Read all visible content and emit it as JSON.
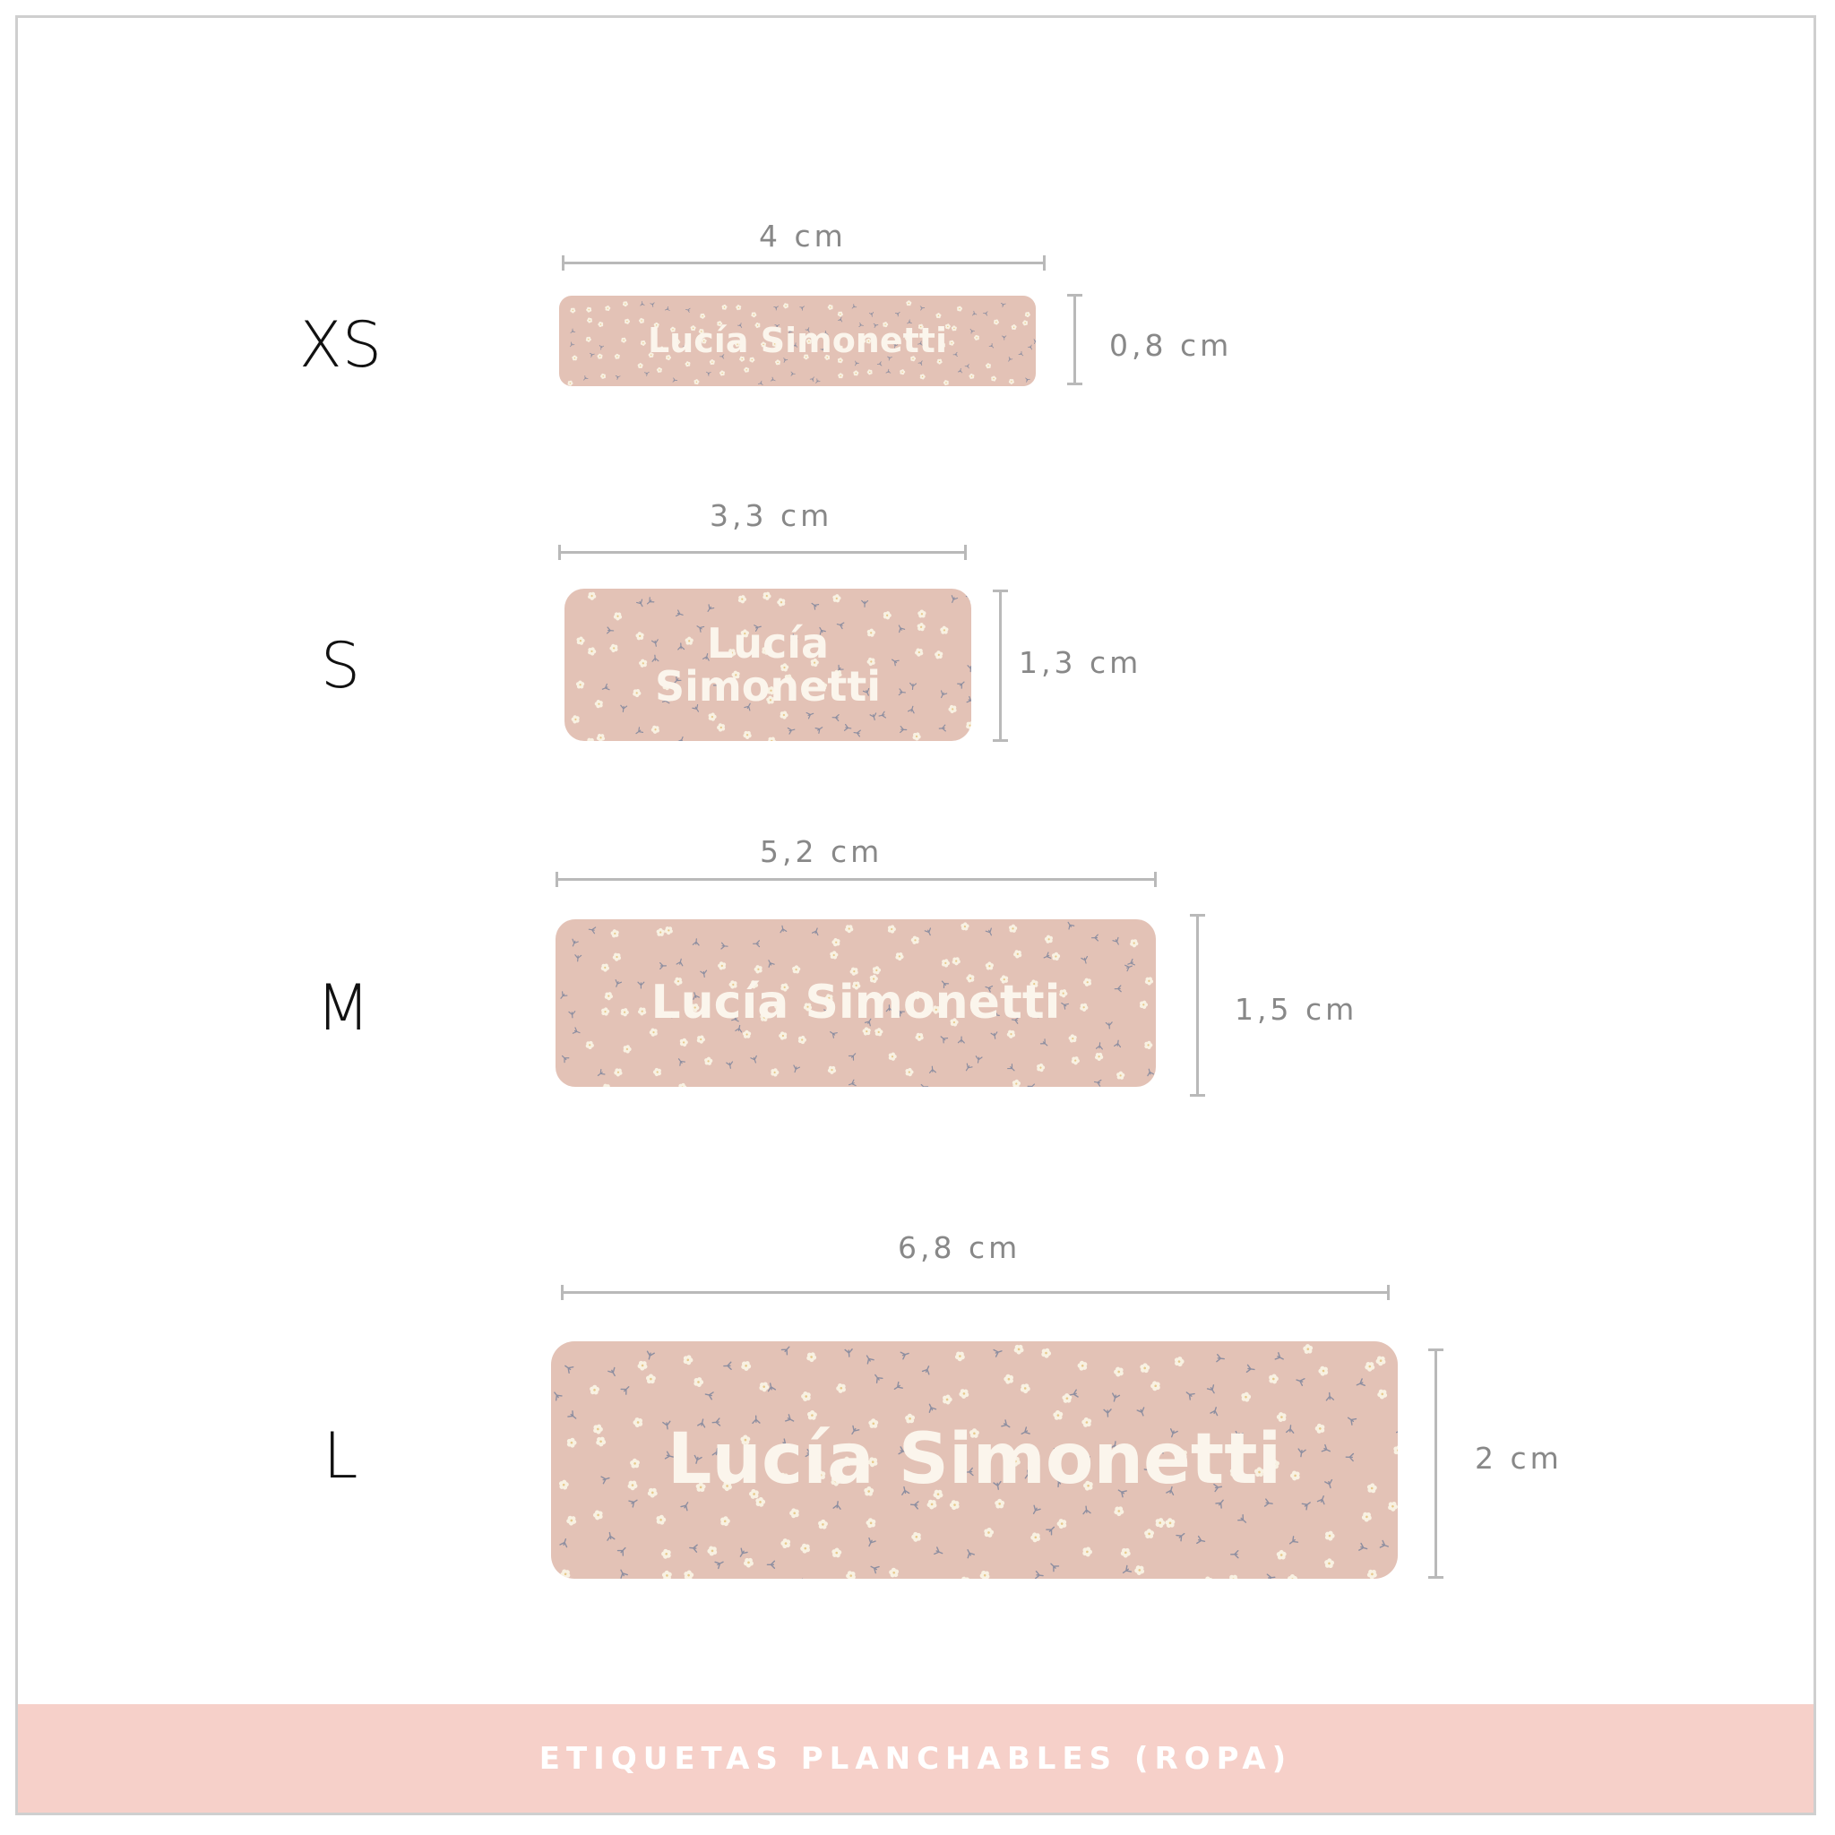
{
  "colors": {
    "label_bg": "#e3c2b6",
    "label_text": "#fbf5ec",
    "footer_bg": "#f6d0c9",
    "footer_text": "#ffffff",
    "dimension_text": "#888888",
    "dimension_line": "#b9b9b9",
    "flower_petal": "#f8f1e2",
    "flower_stem": "#8d8ea0"
  },
  "sizes": [
    {
      "letter": "XS",
      "name_line1": "Lucía Simonetti",
      "name_line2": "",
      "width_text": "4 cm",
      "height_text": "0,8 cm"
    },
    {
      "letter": "S",
      "name_line1": "Lucía",
      "name_line2": "Simonetti",
      "width_text": "3,3 cm",
      "height_text": "1,3 cm"
    },
    {
      "letter": "M",
      "name_line1": "Lucía Simonetti",
      "name_line2": "",
      "width_text": "5,2 cm",
      "height_text": "1,5 cm"
    },
    {
      "letter": "L",
      "name_line1": "Lucía Simonetti",
      "name_line2": "",
      "width_text": "6,8 cm",
      "height_text": "2 cm"
    }
  ],
  "footer": {
    "title": "ETIQUETAS PLANCHABLES (ROPA)"
  }
}
